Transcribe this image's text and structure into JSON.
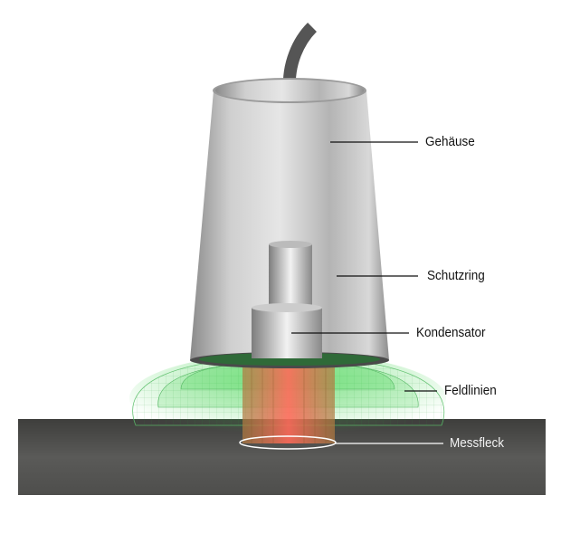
{
  "labels": {
    "housing": "Gehäuse",
    "guard_ring": "Schutzring",
    "capacitor": "Kondensator",
    "field_lines": "Feldlinien",
    "measuring_spot": "Messfleck"
  },
  "colors": {
    "field": "#3cd24a",
    "spot_field": "#ff6a5a",
    "target_plate": "#4e4e4c",
    "housing": "#b8b8b8"
  }
}
